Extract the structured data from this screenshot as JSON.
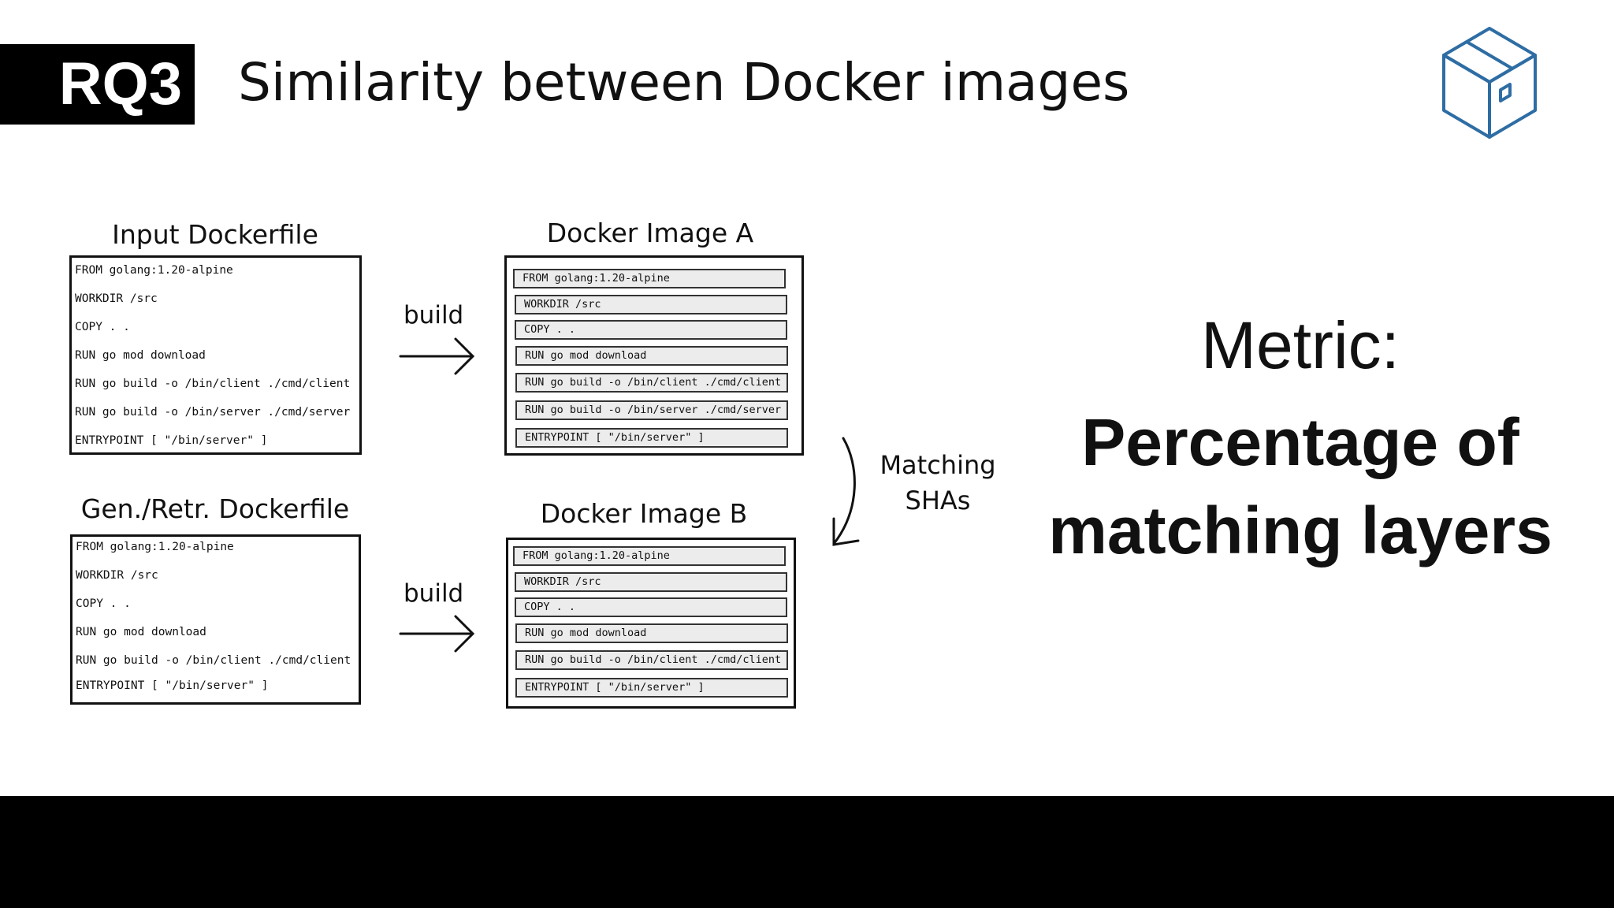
{
  "header": {
    "badge": "RQ3",
    "title": "Similarity between Docker images"
  },
  "logo_icon": "box-icon",
  "input_dockerfile": {
    "caption": "Input Dockerfile",
    "lines": [
      "FROM golang:1.20-alpine",
      "WORKDIR /src",
      "COPY . .",
      "RUN go mod download",
      "RUN go build -o /bin/client ./cmd/client",
      "RUN go build -o /bin/server ./cmd/server",
      "ENTRYPOINT [ \"/bin/server\" ]"
    ]
  },
  "gen_dockerfile": {
    "caption": "Gen./Retr. Dockerfile",
    "lines": [
      "FROM golang:1.20-alpine",
      "WORKDIR /src",
      "COPY . .",
      "RUN go mod download",
      "RUN go build -o /bin/client ./cmd/client",
      "ENTRYPOINT [ \"/bin/server\" ]"
    ]
  },
  "image_a": {
    "caption": "Docker Image A",
    "layers": [
      "FROM golang:1.20-alpine",
      "WORKDIR /src",
      "COPY . .",
      "RUN go mod download",
      "RUN go build -o /bin/client ./cmd/client",
      "RUN go build -o /bin/server ./cmd/server",
      "ENTRYPOINT [ \"/bin/server\" ]"
    ]
  },
  "image_b": {
    "caption": "Docker Image B",
    "layers": [
      "FROM golang:1.20-alpine",
      "WORKDIR /src",
      "COPY . .",
      "RUN go mod download",
      "RUN go build -o /bin/client ./cmd/client",
      "ENTRYPOINT [ \"/bin/server\" ]"
    ]
  },
  "build_label": "build",
  "matching": {
    "line1": "Matching",
    "line2": "SHAs"
  },
  "metric": {
    "label": "Metric:",
    "value_line1": "Percentage of",
    "value_line2": "matching layers"
  }
}
